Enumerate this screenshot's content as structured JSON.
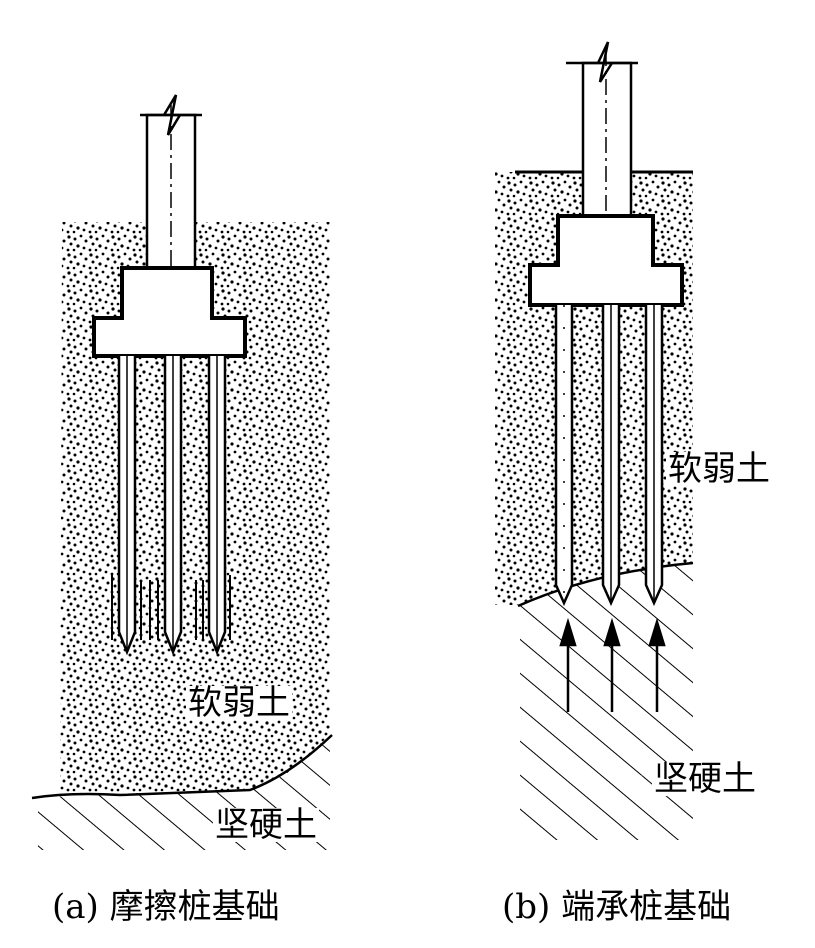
{
  "figure_a": {
    "caption_prefix": "(a)",
    "caption_text": "摩擦桩基础",
    "soft_soil_label": "软弱土",
    "hard_soil_label": "坚硬土"
  },
  "figure_b": {
    "caption_prefix": "(b)",
    "caption_text": "端承桩基础",
    "soft_soil_label": "软弱土",
    "hard_soil_label": "坚硬土"
  }
}
